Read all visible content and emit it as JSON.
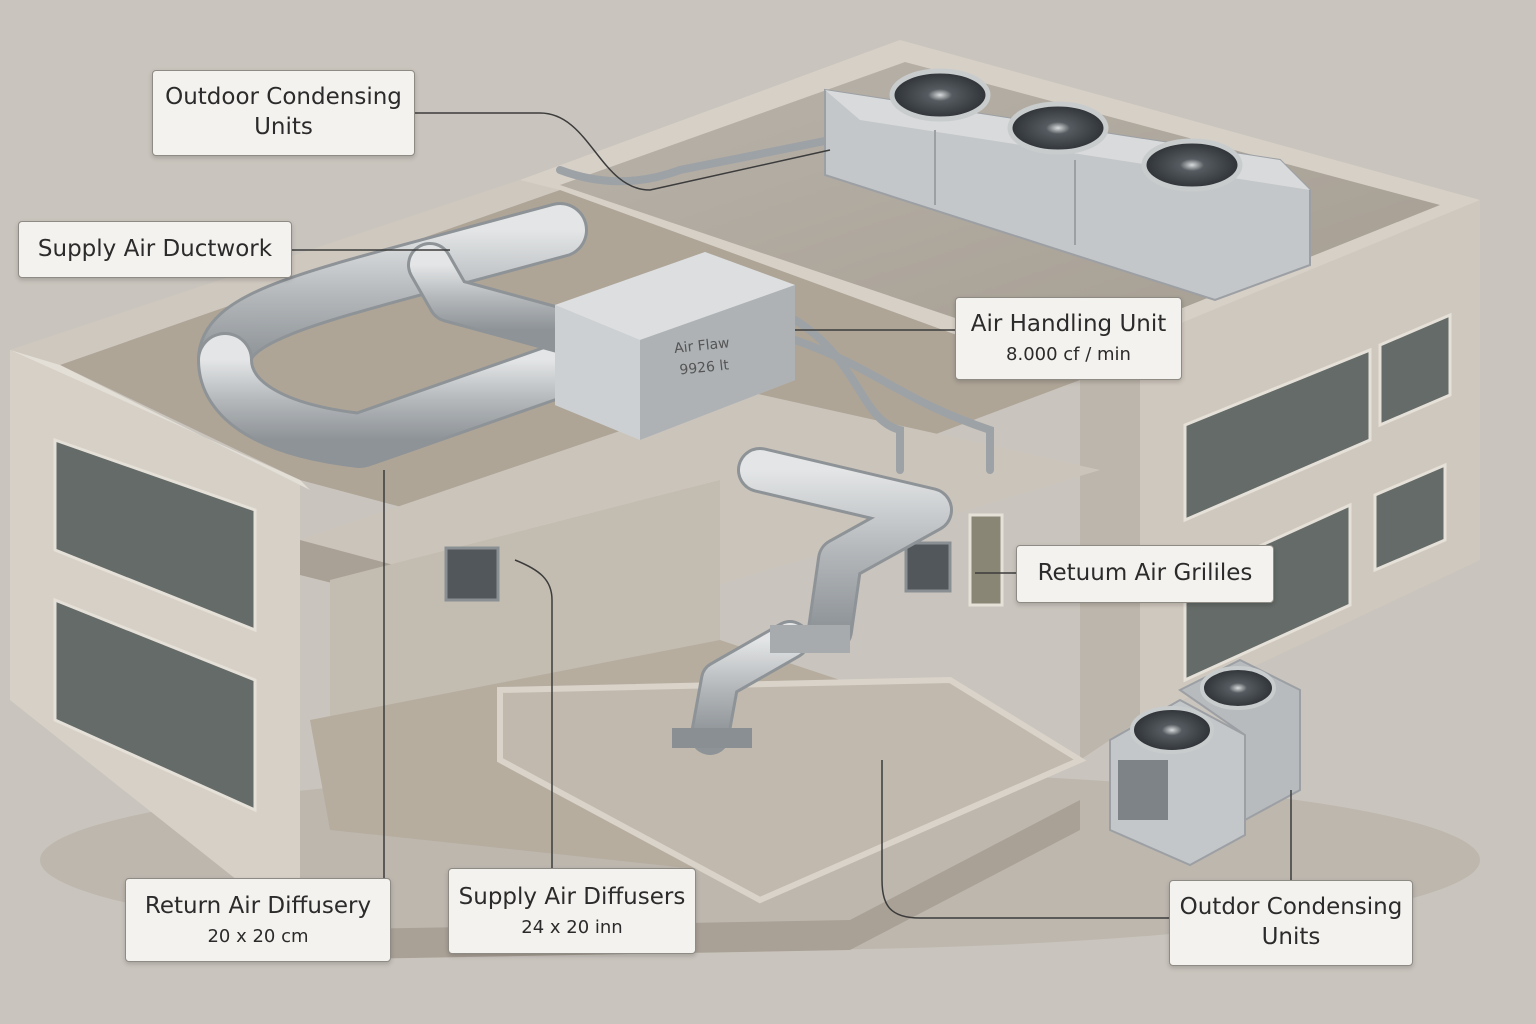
{
  "diagram": {
    "callouts": {
      "outdoor_condensing_top": {
        "title": "Outdoor Condensing\nUnits"
      },
      "supply_air_ductwork": {
        "title": "Supply Air Ductwork"
      },
      "air_handling_unit": {
        "title": "Air Handling Unit",
        "sub": "8.000 cf / min"
      },
      "return_air_grilles": {
        "title": "Retuum Air Grililes"
      },
      "return_air_diffusers": {
        "title": "Return Air Diffusery",
        "sub": "20 x 20 cm"
      },
      "supply_air_diffusers": {
        "title": "Supply Air Diffusers",
        "sub": "24 x 20 inn"
      },
      "outdoor_condensing_bottom": {
        "title": "Outdor Condensing\nUnits"
      }
    },
    "ahu_label": {
      "line1": "Air Flaw",
      "line2": "9926 lt"
    },
    "colors": {
      "background": "#c9c4bd",
      "wall": "#d8d2c9",
      "wall_shadow": "#b7b0a6",
      "floor": "#b3aa9d",
      "duct": "#b9bcbf",
      "window": "#646b68",
      "callout_fill": "#f4f2ee",
      "leader_line": "#3c3c3c"
    }
  }
}
